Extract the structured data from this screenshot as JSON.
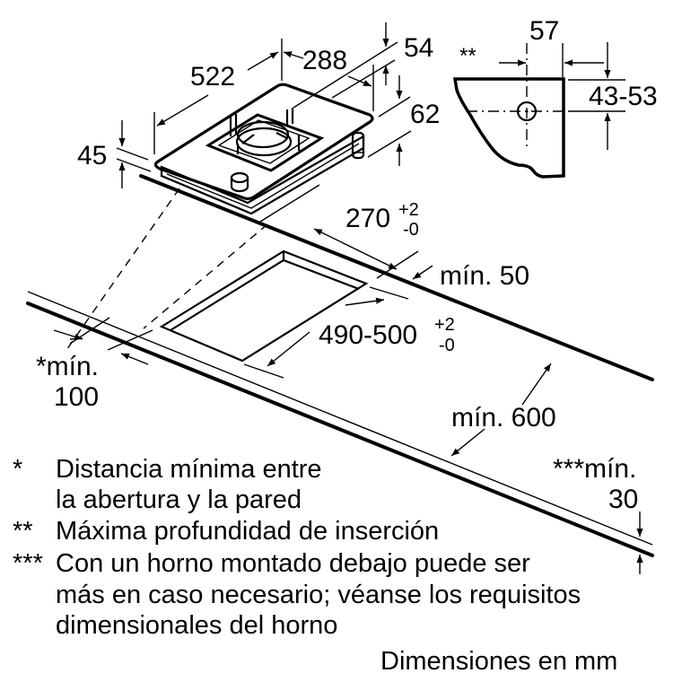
{
  "dimensions": {
    "hob_depth": "522",
    "hob_width": "288",
    "hob_top_height": "45",
    "hob_rear_offset": "54",
    "hob_total_height": "62",
    "insert_width": "57",
    "insert_depth_range": "43-53",
    "insert_marker": "**",
    "cutout_width": "270",
    "cutout_width_tol_plus": "+2",
    "cutout_width_tol_minus": "-0",
    "rear_clearance": "mín. 50",
    "cutout_depth": "490-500",
    "cutout_depth_tol_plus": "+2",
    "cutout_depth_tol_minus": "-0",
    "wall_clearance_line1": "*mín.",
    "wall_clearance_line2": "100",
    "counter_depth": "mín. 600",
    "counter_thickness_line1": "***mín.",
    "counter_thickness_line2": "30"
  },
  "notes": [
    {
      "marker": "*",
      "lines": [
        "Distancia mínima entre",
        "la abertura y la pared"
      ]
    },
    {
      "marker": "**",
      "lines": [
        "Máxima profundidad de inserción"
      ]
    },
    {
      "marker": "***",
      "lines": [
        "Con un horno montado debajo puede ser",
        "más en caso necesario; véanse los requisitos",
        "dimensionales del horno"
      ]
    }
  ],
  "units_caption": "Dimensiones en mm",
  "colors": {
    "line": "#000000",
    "burner_cap": "#c0c0c0",
    "background": "#ffffff"
  }
}
